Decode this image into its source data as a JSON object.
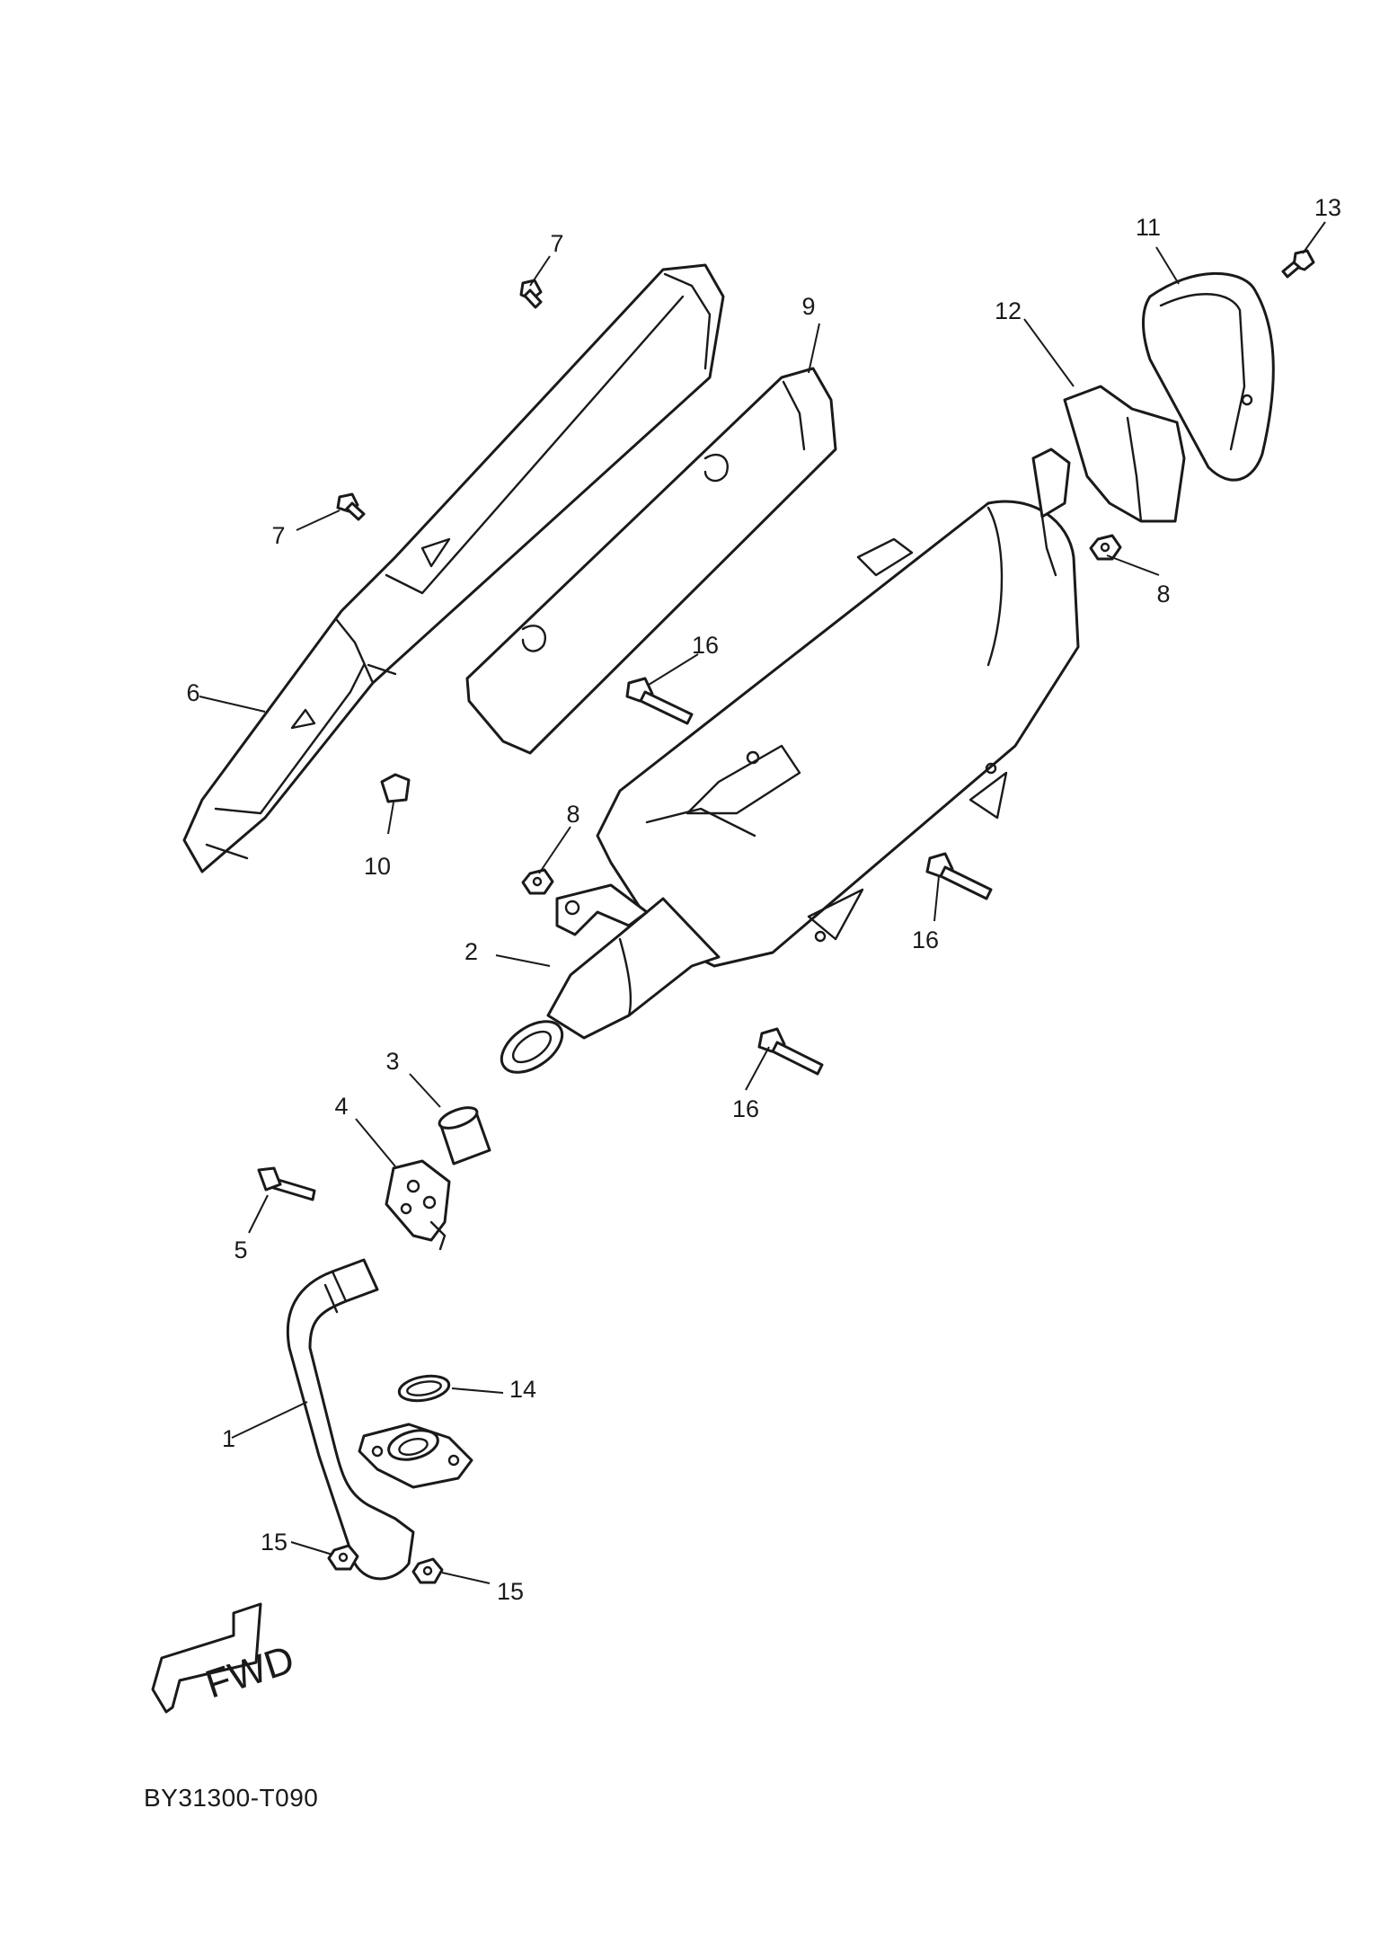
{
  "diagram_code": "BY31300-T090",
  "fwd_label": "FWD",
  "callouts": [
    {
      "id": "c1",
      "label": "1"
    },
    {
      "id": "c2",
      "label": "2"
    },
    {
      "id": "c3",
      "label": "3"
    },
    {
      "id": "c4",
      "label": "4"
    },
    {
      "id": "c5",
      "label": "5"
    },
    {
      "id": "c6",
      "label": "6"
    },
    {
      "id": "c7a",
      "label": "7"
    },
    {
      "id": "c7b",
      "label": "7"
    },
    {
      "id": "c8a",
      "label": "8"
    },
    {
      "id": "c8b",
      "label": "8"
    },
    {
      "id": "c9",
      "label": "9"
    },
    {
      "id": "c10",
      "label": "10"
    },
    {
      "id": "c11",
      "label": "11"
    },
    {
      "id": "c12",
      "label": "12"
    },
    {
      "id": "c13",
      "label": "13"
    },
    {
      "id": "c14",
      "label": "14"
    },
    {
      "id": "c15a",
      "label": "15"
    },
    {
      "id": "c15b",
      "label": "15"
    },
    {
      "id": "c16a",
      "label": "16"
    },
    {
      "id": "c16b",
      "label": "16"
    },
    {
      "id": "c16c",
      "label": "16"
    }
  ]
}
